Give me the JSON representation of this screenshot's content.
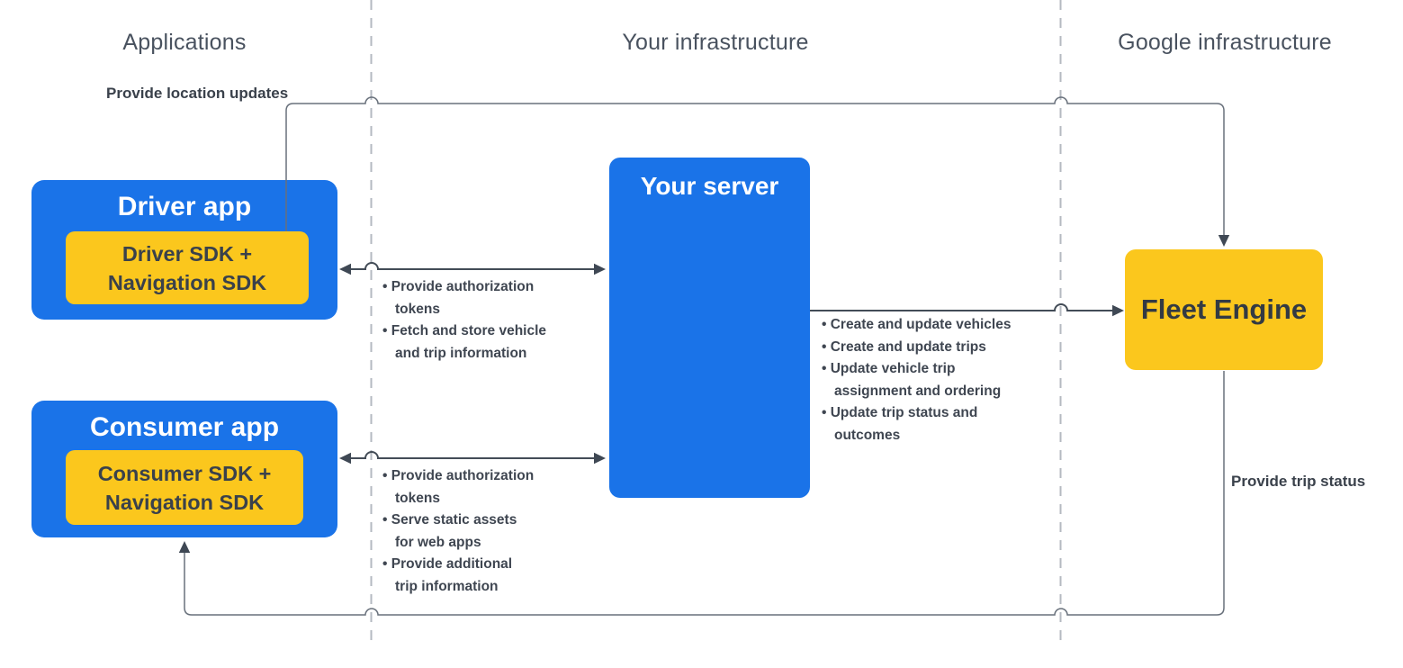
{
  "headers": {
    "applications": "Applications",
    "your_infrastructure": "Your infrastructure",
    "google_infrastructure": "Google infrastructure"
  },
  "nodes": {
    "driver_app": {
      "title": "Driver app",
      "sdk": "Driver SDK +\nNavigation SDK"
    },
    "consumer_app": {
      "title": "Consumer app",
      "sdk": "Consumer SDK +\nNavigation SDK"
    },
    "your_server": {
      "title": "Your server"
    },
    "fleet_engine": {
      "title": "Fleet Engine"
    }
  },
  "edges": {
    "driver_to_fleet": {
      "label": "Provide location updates"
    },
    "fleet_to_consumer": {
      "label": "Provide trip status"
    },
    "driver_server": {
      "bullets": [
        "Provide authorization\ntokens",
        "Fetch and store vehicle\nand trip information"
      ]
    },
    "consumer_server": {
      "bullets": [
        "Provide authorization\ntokens",
        "Serve static assets\nfor web apps",
        "Provide additional\ntrip information"
      ]
    },
    "server_fleet": {
      "bullets": [
        "Create and update vehicles",
        "Create and update trips",
        "Update vehicle trip\nassignment and ordering",
        "Update trip status and\noutcomes"
      ]
    }
  },
  "colors": {
    "app_blue": "#1a73e8",
    "accent_yellow": "#fbc71d",
    "box_text_dark": "#3a414b",
    "header_text": "#49525f",
    "bullet_text": "#3f4651",
    "connector_thin": "#68707b",
    "connector_arrow": "#434c57",
    "arrowhead": "#3f4854",
    "dashed_line": "#b4bac1",
    "white": "#ffffff"
  }
}
